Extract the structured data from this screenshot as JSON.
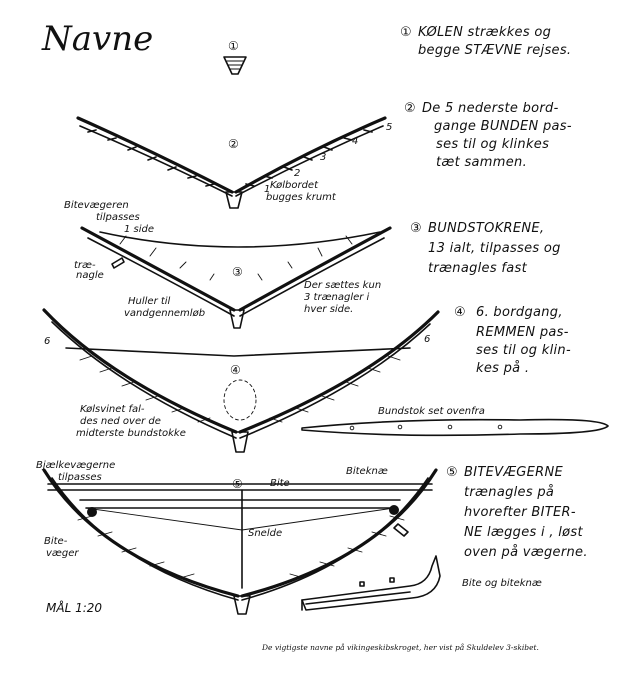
{
  "title": "Navne",
  "steps": [
    {
      "marker": "①",
      "lines": [
        "KØLEN strækkes og",
        "begge STÆVNE rejses."
      ]
    },
    {
      "marker": "②",
      "lines": [
        "De 5 nederste bord-",
        "gange BUNDEN pas-",
        "ses til og klinkes",
        "tæt sammen."
      ]
    },
    {
      "marker": "③",
      "lines": [
        "BUNDSTOKRENE,",
        "13 ialt, tilpasses og",
        "trænagles fast"
      ]
    },
    {
      "marker": "④",
      "lines": [
        "6. bordgang,",
        "REMMEN pas-",
        "ses til og klin-",
        "kes på ."
      ]
    },
    {
      "marker": "⑤",
      "lines": [
        "BITEVÆGERNE",
        "trænagles på",
        "hvorefter BITER-",
        "NE lægges i , løst",
        "oven på vægerne."
      ]
    }
  ],
  "figure_numbers": [
    "①",
    "②",
    "③",
    "④",
    "⑤"
  ],
  "strake_numbers": [
    "1",
    "2",
    "3",
    "4",
    "5",
    "6",
    "6"
  ],
  "labels": {
    "kolbordet": [
      "Kølbordet",
      "bugges krumt"
    ],
    "bitevaegeren": [
      "Bitevægeren",
      "tilpasses",
      "1 side"
    ],
    "traenagle": [
      "træ-",
      "nagle"
    ],
    "huller": [
      "Huller til",
      "vandgennemløb"
    ],
    "saettes": [
      "Der sættes kun",
      "3 trænagler i",
      "hver side."
    ],
    "kolsvinet": [
      "Kølsvinet fal-",
      "des ned over de",
      "midterste bundstokke"
    ],
    "bundstok_ovenfra": "Bundstok set ovenfra",
    "bjaelkevaegerne": [
      "Bjælkevægerne",
      "tilpasses"
    ],
    "bite": "Bite",
    "biteknae": "Biteknæ",
    "snelde": "Snelde",
    "bitevaeger": [
      "Bite-",
      "væger"
    ],
    "bite_og_biteknae": "Bite og biteknæ"
  },
  "scale": "MÅL 1:20",
  "caption": "De vigtigste navne på vikingeskibskroget, her vist på Skuldelev 3-skibet."
}
